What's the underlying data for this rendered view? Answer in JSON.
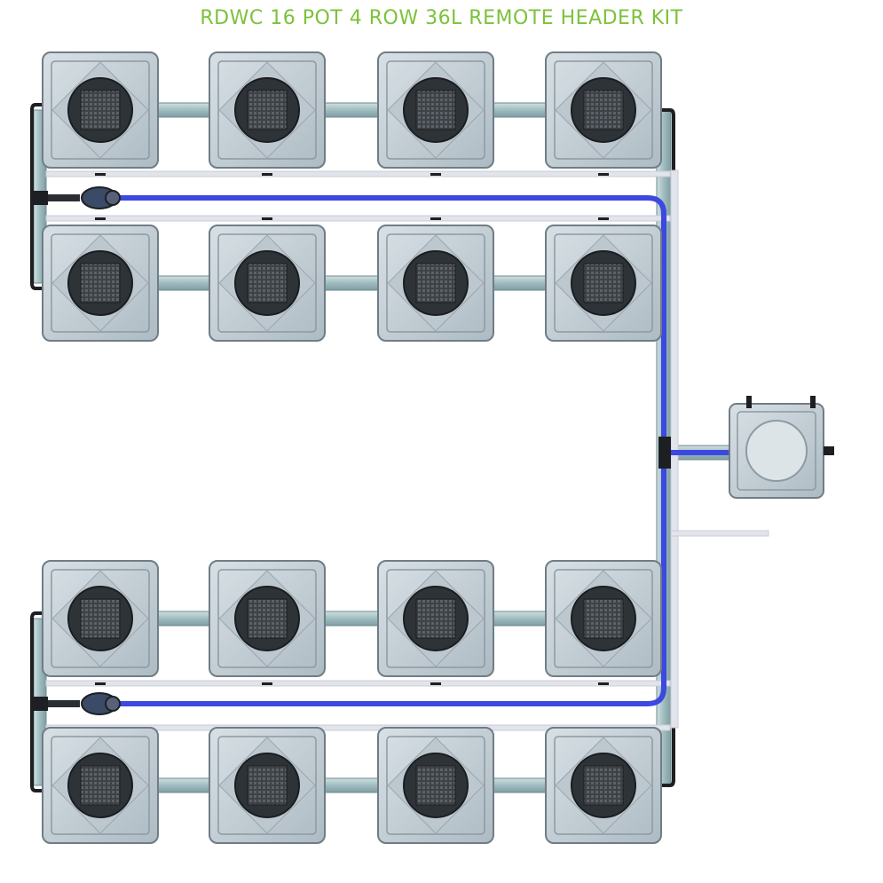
{
  "title": "RDWC 16 POT 4 ROW 36L REMOTE HEADER KIT",
  "colors": {
    "title": "#7dc23a",
    "pot_body": "#c7d2d8",
    "pot_edge": "#6f7d86",
    "lid": "#2e3338",
    "mesh": "#4a4f55",
    "pipe": "#a9c4c6",
    "return_hose": "#3c48e0",
    "drain_line": "#e2e4ec"
  },
  "layout": {
    "rows": 4,
    "pots_per_row": 4,
    "pot_count": 16,
    "header_tank_count": 1
  }
}
